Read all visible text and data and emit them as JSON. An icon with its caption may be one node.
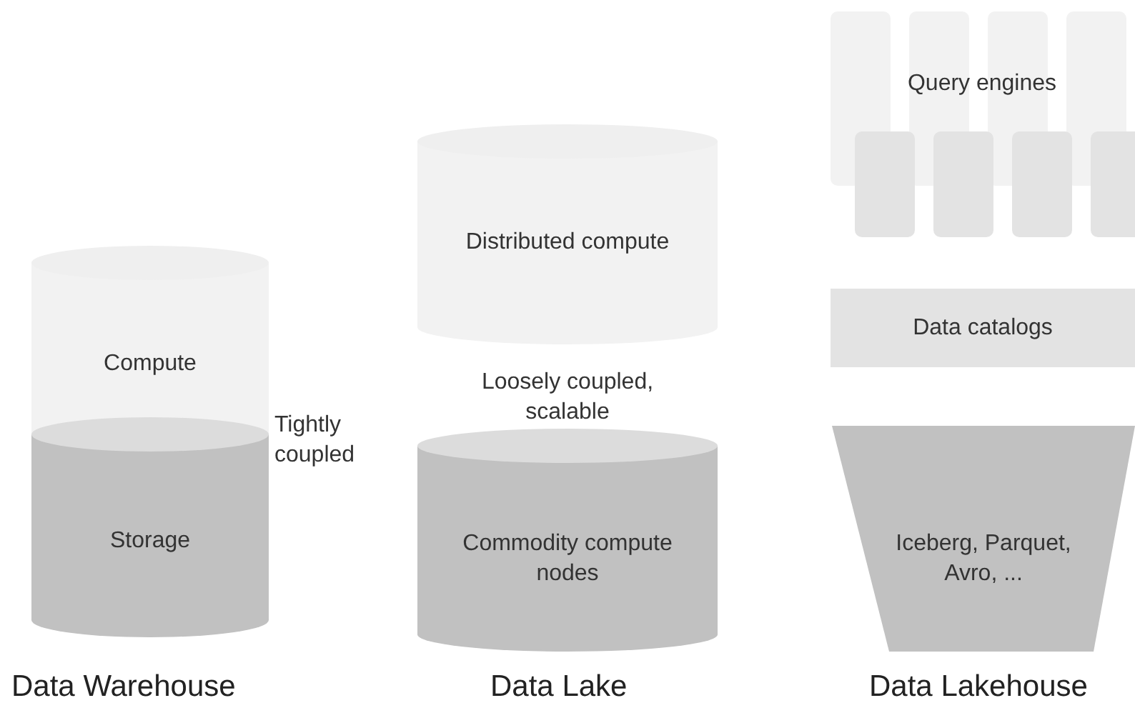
{
  "diagram": {
    "nodes": [
      {
        "text": [
          "Compute"
        ]
      },
      {
        "text": [
          "Storage"
        ]
      },
      {
        "text": [
          "Distributed compute"
        ]
      },
      {
        "text": [
          "Commodity compute nodes"
        ]
      },
      {
        "text": [
          "Query engines"
        ]
      },
      {
        "text": [
          "Data catalogs"
        ]
      },
      {
        "text": [
          "Iceberg, Parquet, Avro, ..."
        ]
      }
    ],
    "edges": [],
    "labels": [
      "Tightly coupled",
      "Loosely coupled, scalable",
      "Data Warehouse",
      "Data Lake",
      "Data Lakehouse"
    ]
  }
}
